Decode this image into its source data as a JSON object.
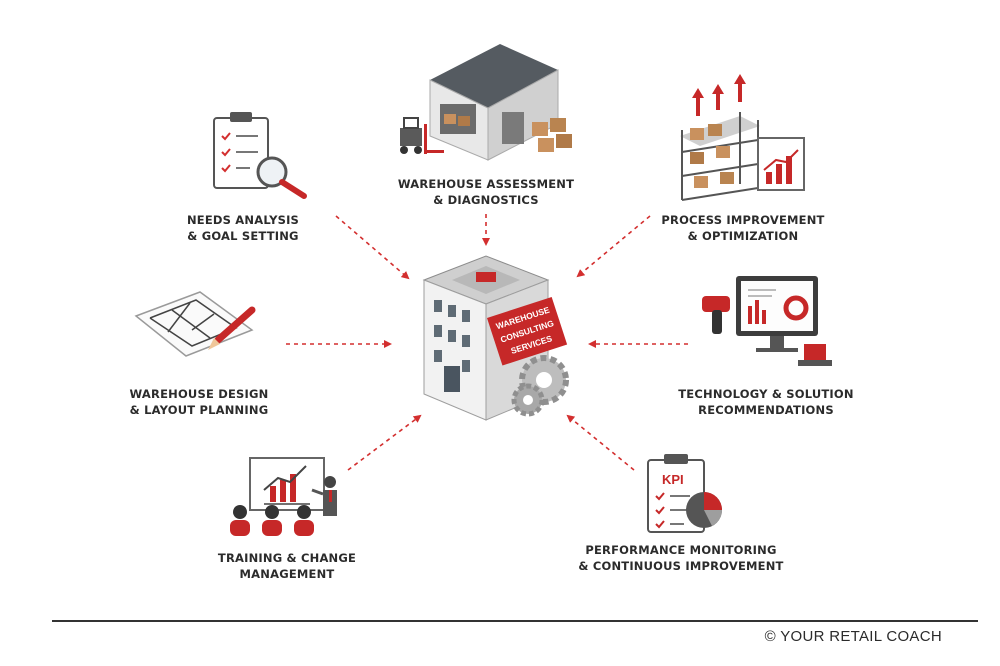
{
  "hub": {
    "sign_lines": [
      "WAREHOUSE",
      "CONSULTING",
      "SERVICES"
    ]
  },
  "nodes": [
    {
      "id": "assessment",
      "lines": [
        "WAREHOUSE ASSESSMENT",
        "& DIAGNOSTICS"
      ],
      "icon": "warehouse-icon"
    },
    {
      "id": "needs",
      "lines": [
        "NEEDS ANALYSIS",
        "& GOAL SETTING"
      ],
      "icon": "clipboard-checklist-icon"
    },
    {
      "id": "process",
      "lines": [
        "PROCESS IMPROVEMENT",
        "& OPTIMIZATION"
      ],
      "icon": "shelving-growth-icon"
    },
    {
      "id": "design",
      "lines": [
        "WAREHOUSE DESIGN",
        "& LAYOUT PLANNING"
      ],
      "icon": "blueprint-pencil-icon"
    },
    {
      "id": "technology",
      "lines": [
        "TECHNOLOGY & SOLUTION",
        "RECOMMENDATIONS"
      ],
      "icon": "scanner-monitor-icon"
    },
    {
      "id": "training",
      "lines": [
        "TRAINING & CHANGE",
        "MANAGEMENT"
      ],
      "icon": "presentation-icon"
    },
    {
      "id": "performance",
      "lines": [
        "PERFORMANCE MONITORING",
        "& CONTINUOUS IMPROVEMENT"
      ],
      "icon": "kpi-clipboard-icon"
    }
  ],
  "kpi_text": "KPI",
  "footer": {
    "copyright": "© YOUR RETAIL COACH"
  },
  "colors": {
    "accent": "#d32f2f",
    "dark": "#2b2b2b",
    "gray": "#9e9e9e",
    "light": "#e6e6e6"
  }
}
